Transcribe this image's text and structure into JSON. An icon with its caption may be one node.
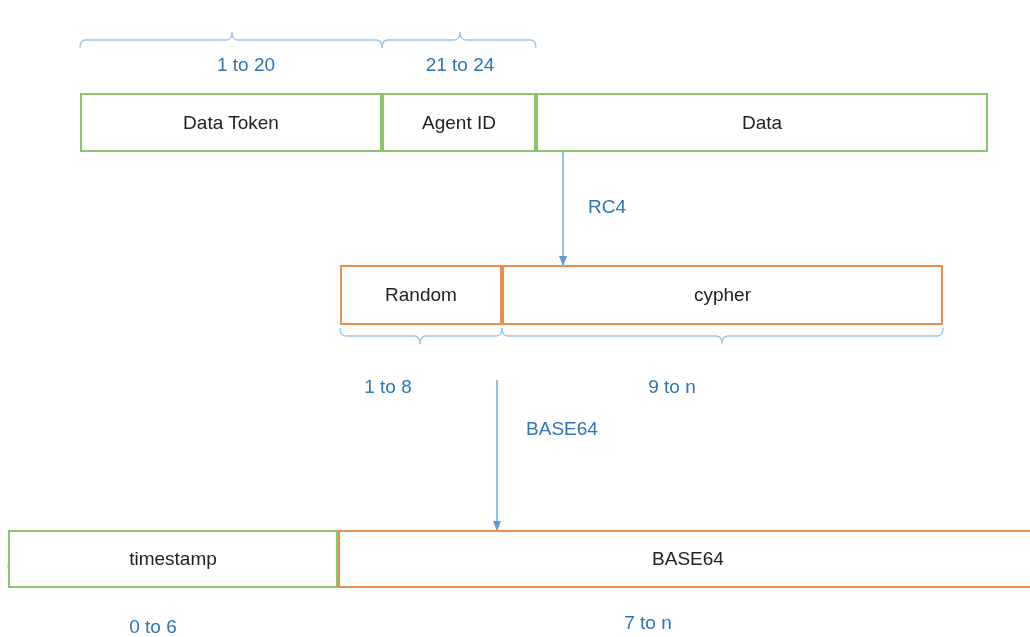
{
  "diagram": {
    "nodes": [
      {
        "text": [
          "Data Token"
        ]
      },
      {
        "text": [
          "Agent ID"
        ]
      },
      {
        "text": [
          "Data"
        ]
      },
      {
        "text": [
          "Random"
        ]
      },
      {
        "text": [
          "cypher"
        ]
      },
      {
        "text": [
          "timestamp"
        ]
      },
      {
        "text": [
          "BASE64"
        ]
      }
    ],
    "edges": [
      {
        "from": 2,
        "to": 4,
        "arrow": "to",
        "label": "RC4"
      },
      {
        "from": null,
        "to": 6,
        "arrow": "to",
        "label": "BASE64"
      }
    ],
    "labels": [
      "1 to 20",
      "21 to 24",
      "1 to 8",
      "9 to n",
      "0 to 6",
      "7 to n"
    ]
  }
}
